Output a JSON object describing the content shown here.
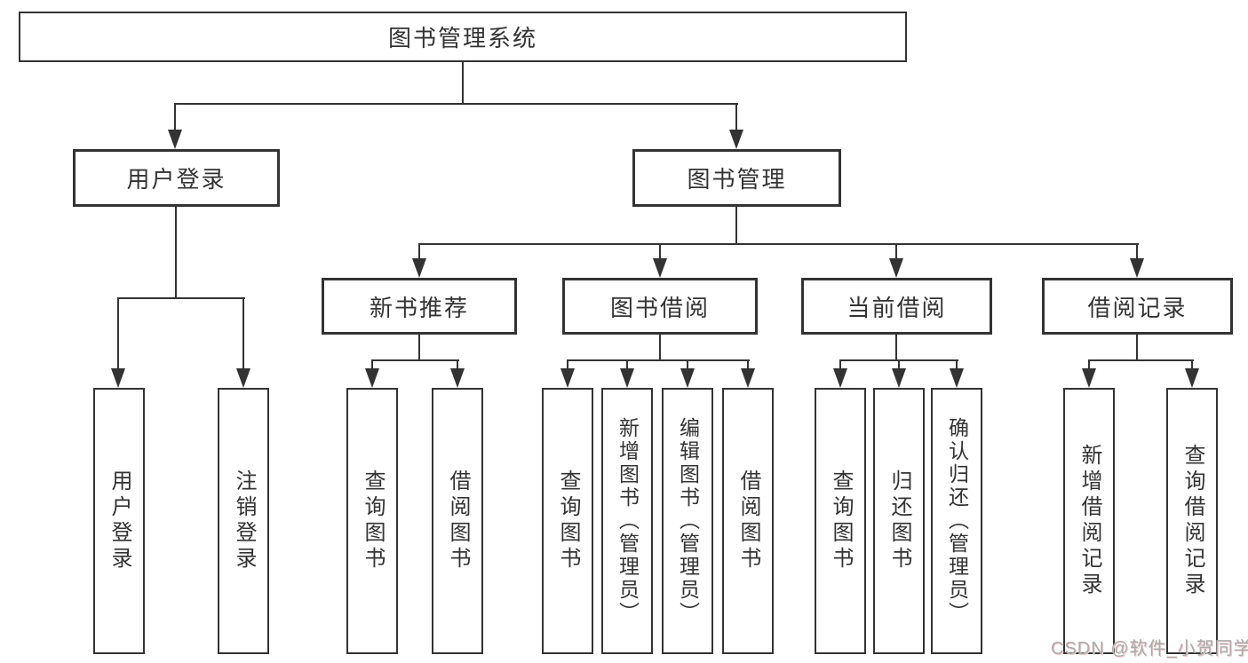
{
  "diagram_title": "图书管理系统",
  "nodes": {
    "root": {
      "label": "图书管理系统"
    },
    "user_login": {
      "label": "用户登录"
    },
    "book_mgmt": {
      "label": "图书管理"
    },
    "new_book_rec": {
      "label": "新书推荐"
    },
    "book_borrow": {
      "label": "图书借阅"
    },
    "current_borrow": {
      "label": "当前借阅"
    },
    "borrow_record": {
      "label": "借阅记录"
    },
    "leaf_user_login": {
      "label": "用户登录"
    },
    "leaf_logout": {
      "label": "注销登录"
    },
    "rec_query_book": {
      "label": "查询图书"
    },
    "rec_borrow_book": {
      "label": "借阅图书"
    },
    "bb_query_book": {
      "label": "查询图书"
    },
    "bb_add_book": {
      "label": "新增图书（管理员）"
    },
    "bb_edit_book": {
      "label": "编辑图书（管理员）"
    },
    "bb_borrow_book": {
      "label": "借阅图书"
    },
    "cb_query_book": {
      "label": "查询图书"
    },
    "cb_return_book": {
      "label": "归还图书"
    },
    "cb_confirm_return": {
      "label": "确认归还（管理员）"
    },
    "br_add_record": {
      "label": "新增借阅记录"
    },
    "br_query_record": {
      "label": "查询借阅记录"
    }
  },
  "edges": [
    {
      "parent": "图书管理系统",
      "children": [
        "用户登录",
        "图书管理"
      ]
    },
    {
      "parent": "用户登录",
      "children": [
        "用户登录",
        "注销登录"
      ]
    },
    {
      "parent": "图书管理",
      "children": [
        "新书推荐",
        "图书借阅",
        "当前借阅",
        "借阅记录"
      ]
    },
    {
      "parent": "新书推荐",
      "children": [
        "查询图书",
        "借阅图书"
      ]
    },
    {
      "parent": "图书借阅",
      "children": [
        "查询图书",
        "新增图书（管理员）",
        "编辑图书（管理员）",
        "借阅图书"
      ]
    },
    {
      "parent": "当前借阅",
      "children": [
        "查询图书",
        "归还图书",
        "确认归还（管理员）"
      ]
    },
    {
      "parent": "借阅记录",
      "children": [
        "新增借阅记录",
        "查询借阅记录"
      ]
    }
  ],
  "watermark": {
    "text": "CSDN @软件_小贺同学"
  },
  "colors": {
    "line": "#333333",
    "box_border": "#333333",
    "box_fill": "#ffffff",
    "text": "#333333",
    "watermark_text": "#ababab"
  }
}
